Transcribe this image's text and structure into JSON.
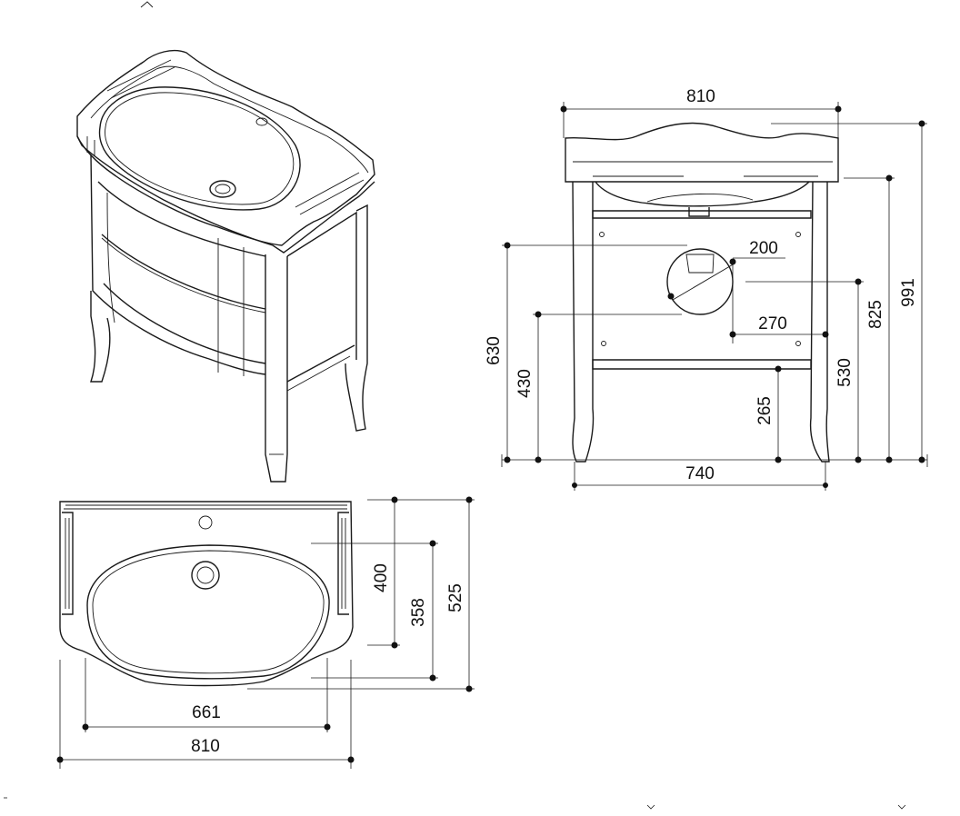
{
  "dimensions": {
    "front_width_overall": "810",
    "front_height_total": "991",
    "front_height_top": "825",
    "front_bracket_height": "630",
    "front_drain_height": "430",
    "front_leg_span": "740",
    "front_valve_offset": "200",
    "front_valve_spacing": "270",
    "front_midrail_height": "530",
    "front_bottom_rail_height": "265",
    "top_basin_width": "661",
    "top_width_overall": "810",
    "top_depth_400": "400",
    "top_depth_358": "358",
    "top_depth_525": "525"
  }
}
